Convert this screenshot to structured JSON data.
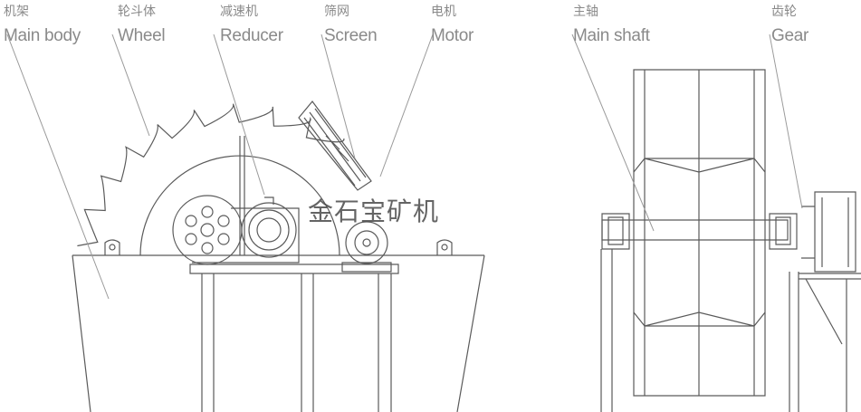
{
  "labels": {
    "main_body": {
      "zh": "机架",
      "en": "Main body"
    },
    "wheel": {
      "zh": "轮斗体",
      "en": "Wheel"
    },
    "reducer": {
      "zh": "减速机",
      "en": "Reducer"
    },
    "screen": {
      "zh": "筛网",
      "en": "Screen"
    },
    "motor": {
      "zh": "电机",
      "en": "Motor"
    },
    "main_shaft": {
      "zh": "主轴",
      "en": "Main shaft"
    },
    "gear": {
      "zh": "齿轮",
      "en": "Gear"
    }
  },
  "watermark": "金石宝矿机",
  "colors": {
    "line": "#5a5a5a",
    "leader": "#9a9a9a",
    "label": "#8a8a8a"
  }
}
